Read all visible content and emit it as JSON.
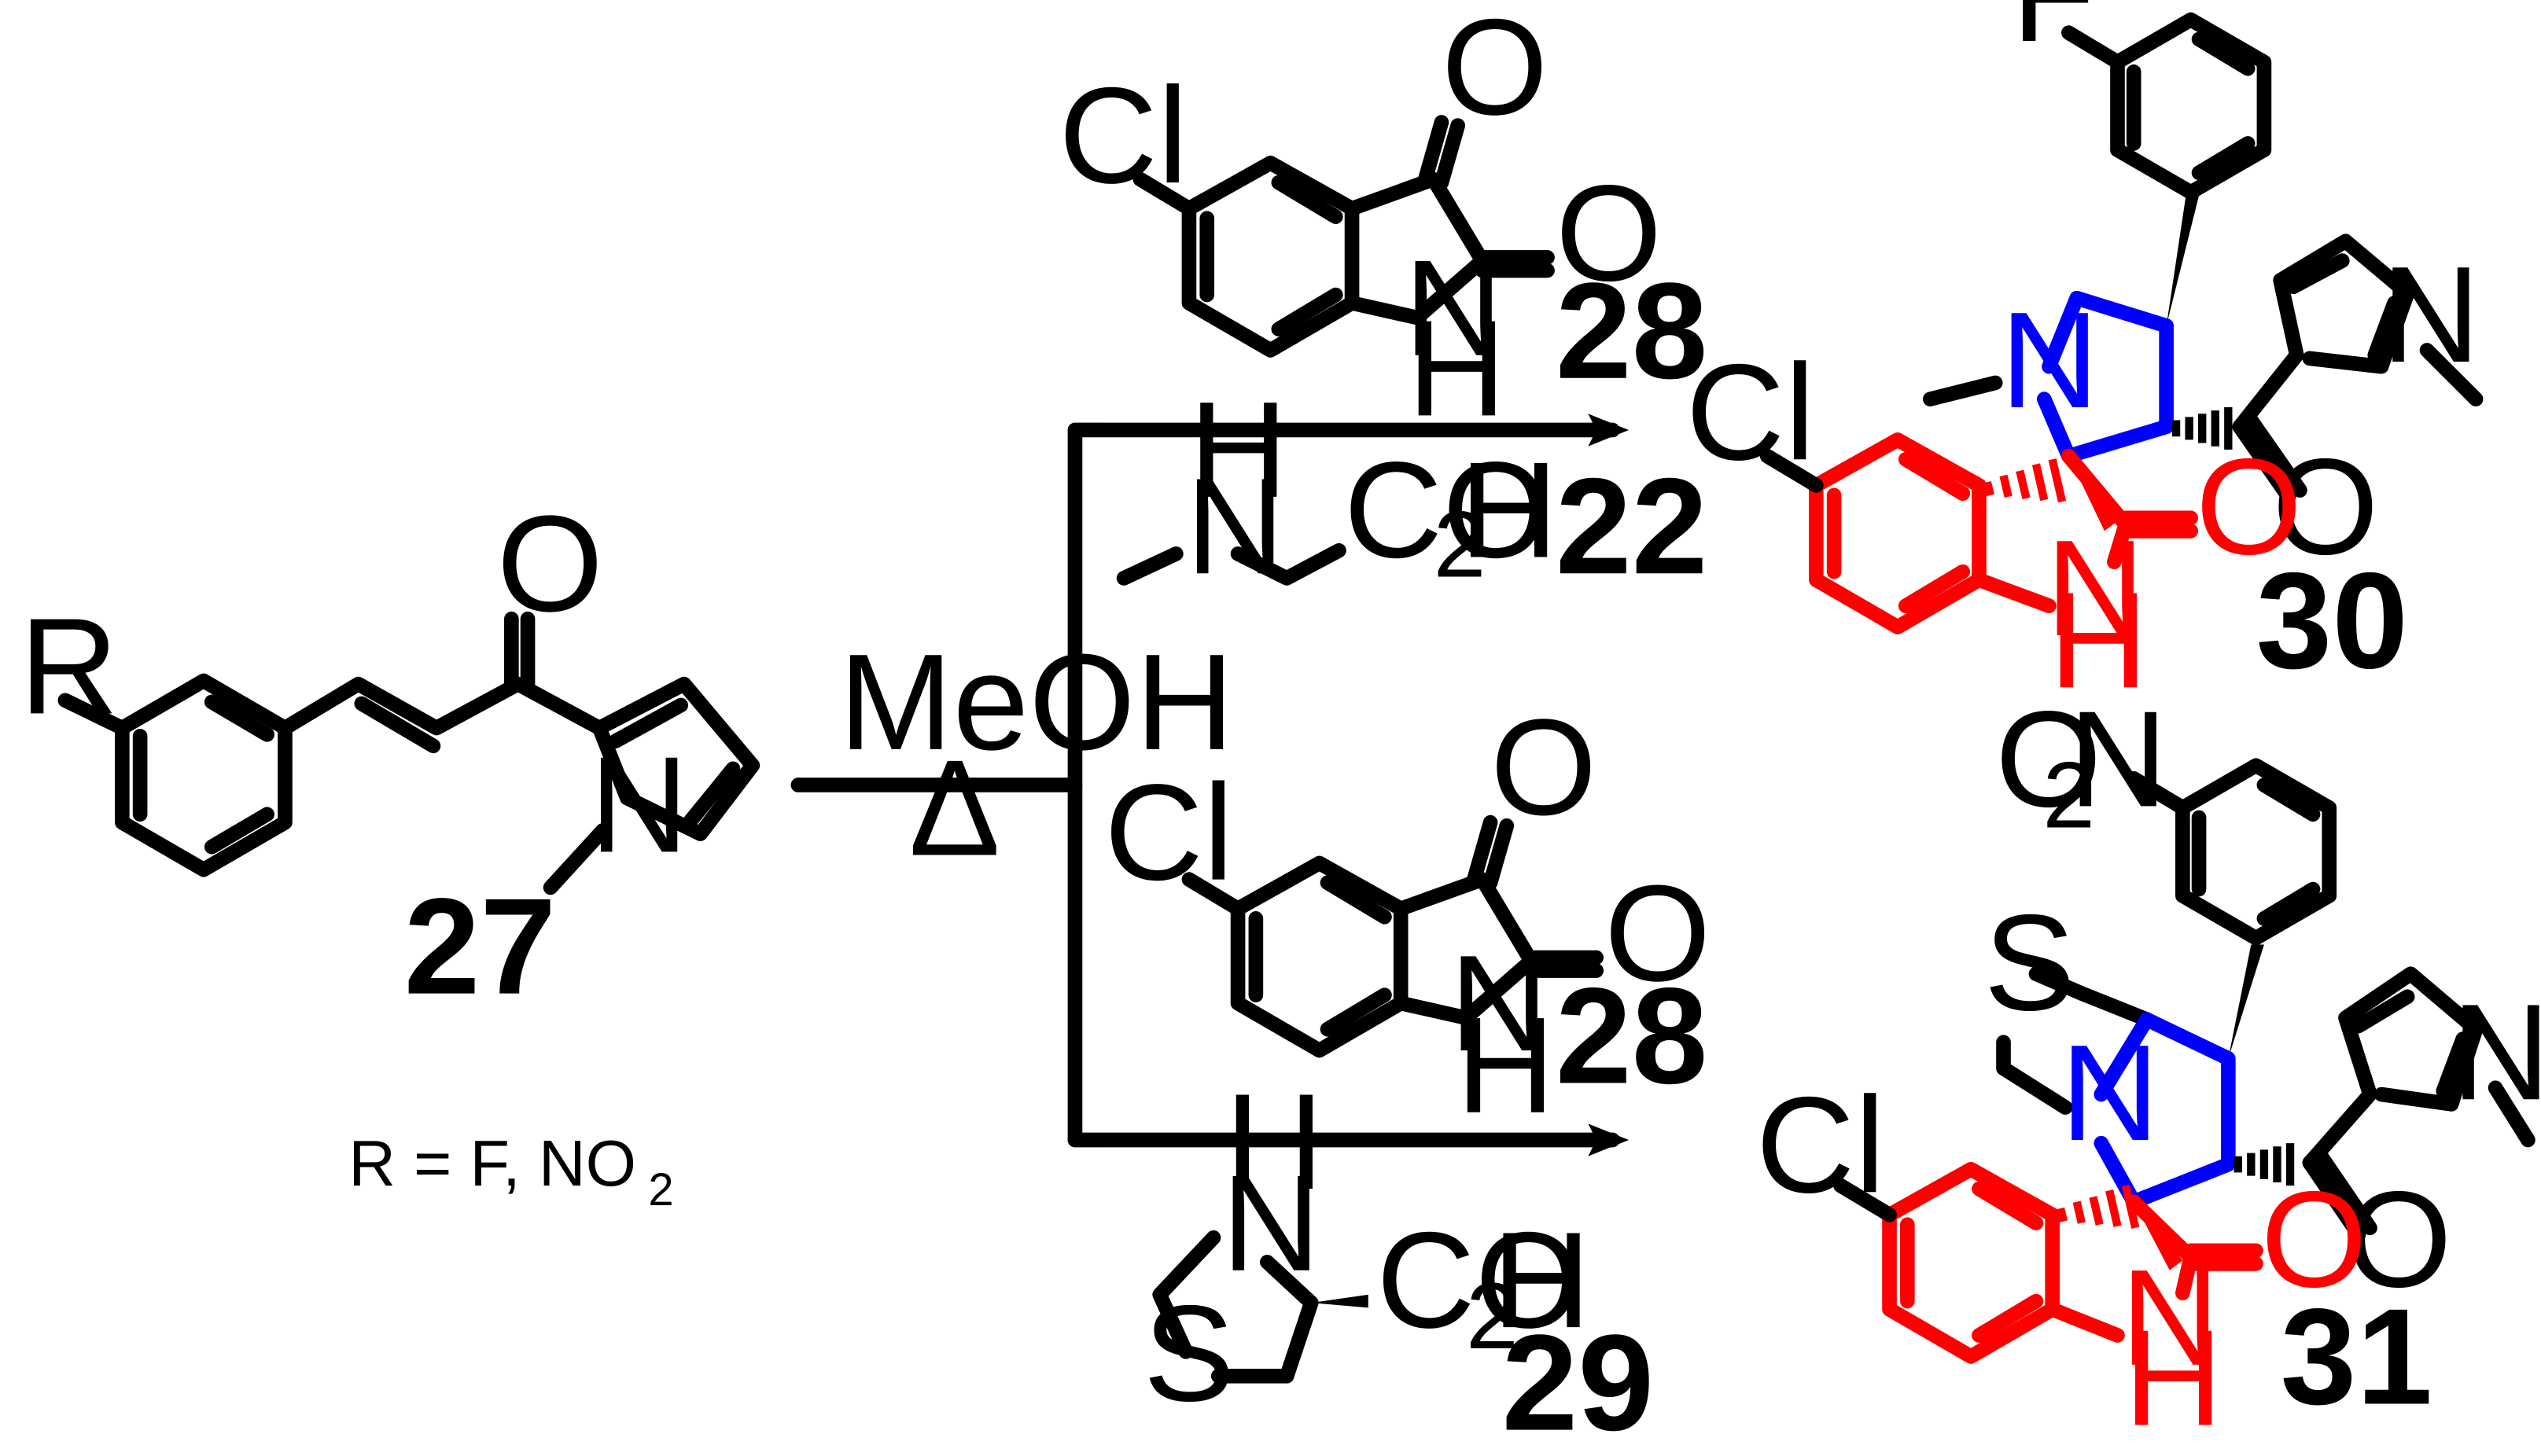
{
  "colors": {
    "bond": "#000000",
    "oxindole_highlight": "#ff0000",
    "pyrrolidine_highlight": "#0000ff",
    "background": "#ffffff"
  },
  "atoms": {
    "O": "O",
    "N": "N",
    "H": "H",
    "S": "S",
    "Cl": "Cl",
    "F": "F",
    "R": "R",
    "co2h_main": "CO",
    "co2h_sub": "2",
    "co2h_tail": "H",
    "o2n_head": "O",
    "o2n_sub": "2",
    "o2n_tail": "N"
  },
  "compounds": {
    "c27": "27",
    "c28": "28",
    "c22": "22",
    "c29": "29",
    "c30": "30",
    "c31": "31"
  },
  "conditions": {
    "solvent": "MeOH",
    "heat": "Δ"
  },
  "substituent_note": {
    "prefix": "R = F,  NO",
    "sub": "2"
  }
}
